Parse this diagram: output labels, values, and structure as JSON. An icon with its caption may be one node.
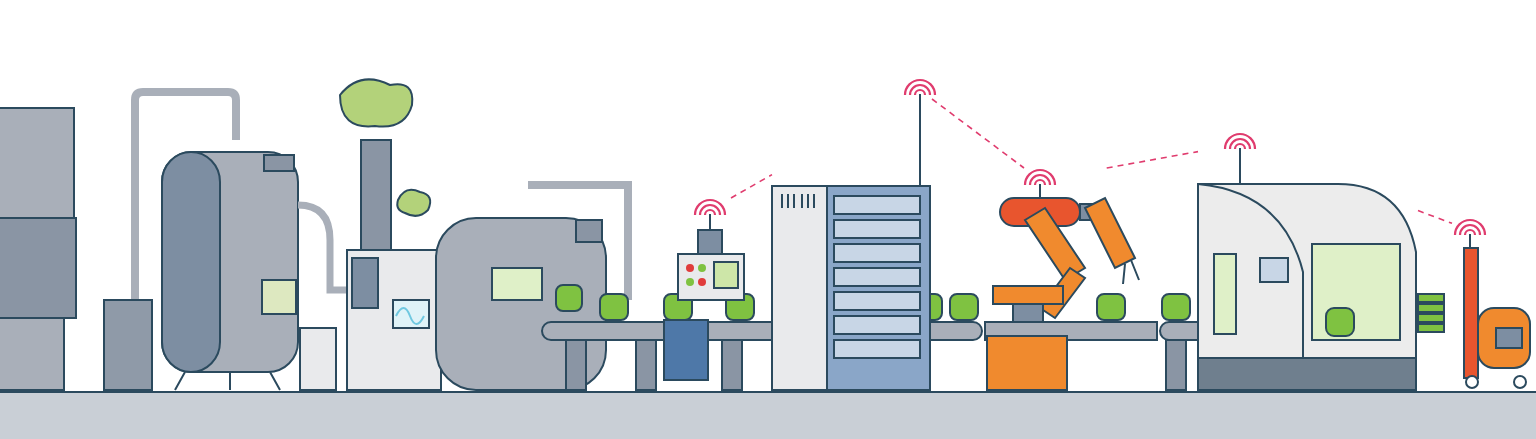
{
  "diagram": {
    "nodes": [
      {
        "text": [],
        "shape": "picture"
      },
      {
        "text": [],
        "shape": "picture"
      },
      {
        "text": [],
        "shape": "picture"
      },
      {
        "text": [],
        "shape": "picture"
      },
      {
        "text": [],
        "shape": "picture"
      }
    ],
    "edges": [
      {
        "from": 0,
        "to": 1,
        "arrow": "none",
        "style": "dashed"
      },
      {
        "from": 1,
        "to": 2,
        "arrow": "none",
        "style": "dashed"
      },
      {
        "from": 2,
        "to": 3,
        "arrow": "none",
        "style": "dashed"
      },
      {
        "from": 3,
        "to": 4,
        "arrow": "none",
        "style": "dashed"
      }
    ]
  }
}
